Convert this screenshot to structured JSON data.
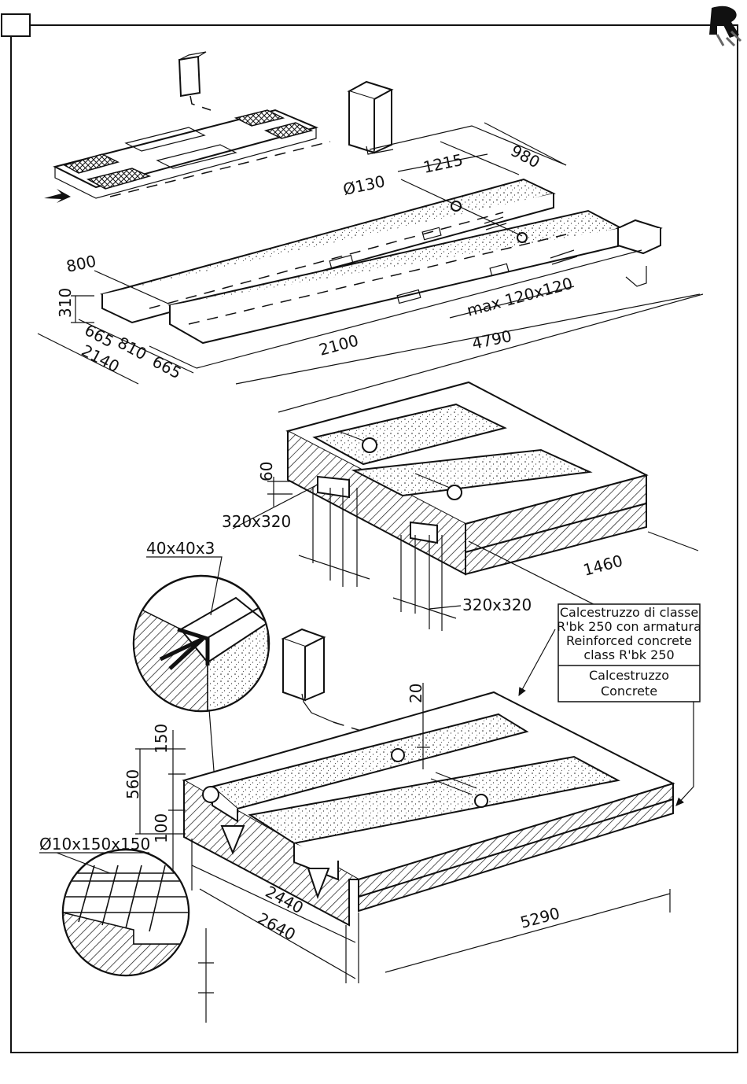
{
  "dimensions": {
    "top": {
      "d980": "980",
      "d1215": "1215",
      "d130": "Ø130",
      "d800": "800",
      "d310": "310",
      "d665a": "665",
      "d810": "810",
      "d665b": "665",
      "d2140": "2140",
      "d2100": "2100",
      "d4790": "4790",
      "max": "max 120x120"
    },
    "middle": {
      "d60": "60",
      "d320a": "320x320",
      "d320b": "320x320",
      "d1460": "1460",
      "d40": "40x40x3"
    },
    "bottom": {
      "d20": "20",
      "d150": "150",
      "d560": "560",
      "d100": "100",
      "d2440": "2440",
      "d2640": "2640",
      "d5290": "5290",
      "mesh": "Ø10x150x150"
    }
  },
  "legend": {
    "reinforced": [
      "Calcestruzzo di classe",
      "R'bk 250 con armatura",
      "Reinforced concrete",
      "class R'bk 250"
    ],
    "concrete": [
      "Calcestruzzo",
      "Concrete"
    ]
  },
  "logo_icon": "brand-logo-icon",
  "colors": {
    "ink": "#111111",
    "paper": "#ffffff"
  }
}
